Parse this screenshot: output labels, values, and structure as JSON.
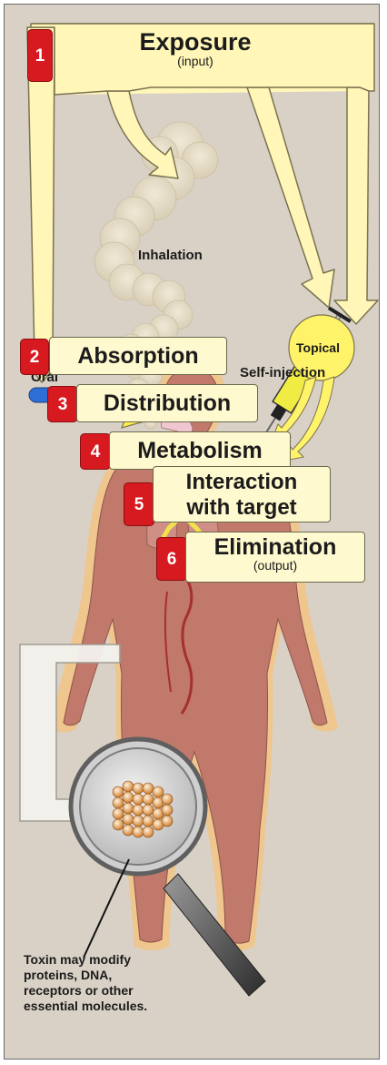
{
  "colors": {
    "background": "#d9d1c6",
    "box_fill": "#fff9cf",
    "arrow_fill": "#fff6b8",
    "step_badge": "#d71920",
    "topical_circle": "#fff36a",
    "body_fill": "#c98a78",
    "body_glow": "#f2b36c"
  },
  "title": {
    "main": "Exposure",
    "sub": "(input)"
  },
  "routes": {
    "inhalation": "Inhalation",
    "oral": "Oral",
    "self_injection": "Self-injection",
    "topical": "Topical"
  },
  "steps": [
    {
      "number": "1",
      "label": "Exposure"
    },
    {
      "number": "2",
      "label": "Absorption"
    },
    {
      "number": "3",
      "label": "Distribution"
    },
    {
      "number": "4",
      "label": "Metabolism"
    },
    {
      "number": "5",
      "label_line1": "Interaction",
      "label_line2": "with target"
    },
    {
      "number": "6",
      "label": "Elimination",
      "sub": "(output)"
    }
  ],
  "caption": {
    "line1": "Toxin may modify",
    "line2": "proteins, DNA,",
    "line3": "receptors or other",
    "line4": "essential molecules."
  }
}
